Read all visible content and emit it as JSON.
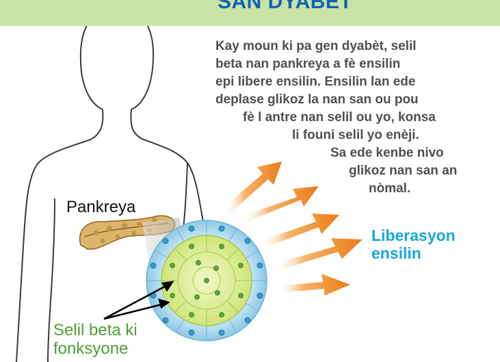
{
  "banner": {
    "title": "SAN DYABÈT"
  },
  "description": {
    "lines": [
      "Kay moun ki pa gen dyabèt, selil",
      "beta nan pankreya a fè ensilin",
      "epi libere ensilin. Ensilin lan ede",
      "deplase glikoz la nan san ou pou",
      "fè l antre nan selil ou yo, konsa",
      "li founi selil yo enèji.",
      "Sa ede kenbe nivo",
      "glikoz nan san an",
      "nòmal."
    ]
  },
  "labels": {
    "pancreas": "Pankreya",
    "insulin_release_line1": "Liberasyon",
    "insulin_release_line2": "ensilin",
    "beta_cells_line1": "Selil beta ki",
    "beta_cells_line2": "fonksyone"
  },
  "colors": {
    "banner_bg": "#c9e3a7",
    "title": "#0d64b4",
    "description_text": "#505050",
    "insulin_label": "#1aa6dc",
    "beta_label": "#4f9e36",
    "arrow": "#f08a1c",
    "outer_cells": "#b9dff0",
    "inner_cells": "#d8ec7a",
    "pancreas": "#d9b46a"
  }
}
